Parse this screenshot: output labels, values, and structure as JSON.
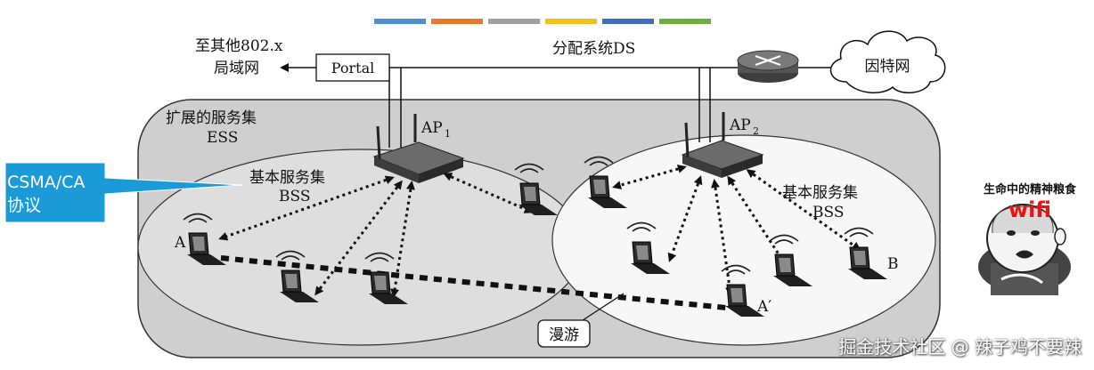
{
  "legend_swatch_colors": [
    "#4e8fcf",
    "#e8782c",
    "#a0a0a0",
    "#f2bf1d",
    "#3f6dbf",
    "#6bb03e"
  ],
  "diagram": {
    "other_lan_line1": "至其他802.x",
    "other_lan_line2": "局域网",
    "portal": "Portal",
    "ds": "分配系统DS",
    "internet": "因特网",
    "ess_line1": "扩展的服务集",
    "ess_line2": "ESS",
    "bss_left_line1": "基本服务集",
    "bss_left_line2": "BSS",
    "bss_right_line1": "基本服务集",
    "bss_right_line2": "BSS",
    "ap": "AP",
    "ap1_sub": "1",
    "ap2_sub": "2",
    "station_a": "A",
    "station_a_prime": "A′",
    "station_b": "B",
    "roaming": "漫游"
  },
  "callout": {
    "line1": "CSMA/CA",
    "line2": "协议"
  },
  "meme": {
    "caption": "生命中的精神粮食",
    "wifi": "wifi"
  },
  "watermark": "掘金技术社区 @ 辣子鸡不要辣",
  "colors": {
    "callout_fill": "#1a9ad6",
    "ess_fill": "#cfcfcf",
    "bss_right_fill": "#f7f7f7",
    "wifi_text": "#e11111"
  }
}
